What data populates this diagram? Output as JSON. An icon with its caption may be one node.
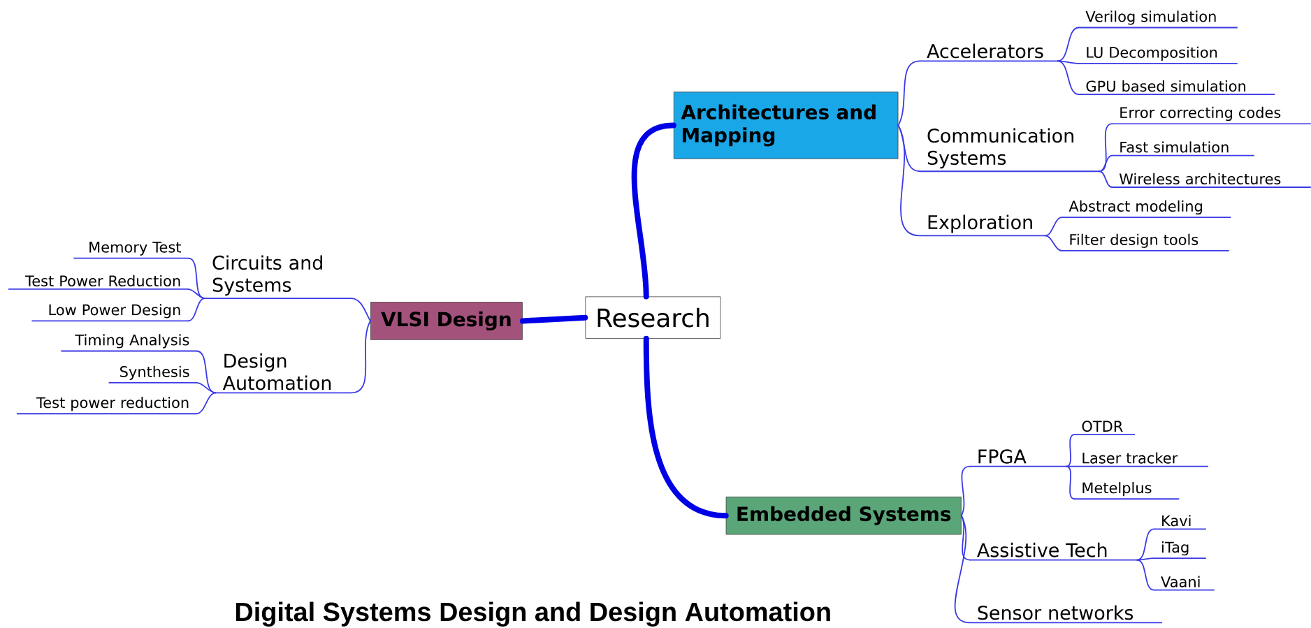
{
  "diagram": {
    "title": "Digital Systems Design and Design Automation",
    "nodes": [
      {
        "text": [
          "Research"
        ]
      },
      {
        "text": [
          "Architectures and Mapping"
        ]
      },
      {
        "text": [
          "Accelerators"
        ]
      },
      {
        "text": [
          "Verilog simulation"
        ]
      },
      {
        "text": [
          "LU Decomposition"
        ]
      },
      {
        "text": [
          "GPU based simulation"
        ]
      },
      {
        "text": [
          "Communication Systems"
        ]
      },
      {
        "text": [
          "Error correcting codes"
        ]
      },
      {
        "text": [
          "Fast simulation"
        ]
      },
      {
        "text": [
          "Wireless architectures"
        ]
      },
      {
        "text": [
          "Exploration"
        ]
      },
      {
        "text": [
          "Abstract modeling"
        ]
      },
      {
        "text": [
          "Filter design tools"
        ]
      },
      {
        "text": [
          "VLSI Design"
        ]
      },
      {
        "text": [
          "Circuits and Systems"
        ]
      },
      {
        "text": [
          "Memory Test"
        ]
      },
      {
        "text": [
          "Test Power Reduction"
        ]
      },
      {
        "text": [
          "Low Power Design"
        ]
      },
      {
        "text": [
          "Design Automation"
        ]
      },
      {
        "text": [
          "Timing Analysis"
        ]
      },
      {
        "text": [
          "Synthesis"
        ]
      },
      {
        "text": [
          "Test power reduction"
        ]
      },
      {
        "text": [
          "Embedded Systems"
        ]
      },
      {
        "text": [
          "FPGA"
        ]
      },
      {
        "text": [
          "OTDR"
        ]
      },
      {
        "text": [
          "Laser tracker"
        ]
      },
      {
        "text": [
          "Metelplus"
        ]
      },
      {
        "text": [
          "Assistive Tech"
        ]
      },
      {
        "text": [
          "Kavi"
        ]
      },
      {
        "text": [
          "iTag"
        ]
      },
      {
        "text": [
          "Vaani"
        ]
      },
      {
        "text": [
          "Sensor networks"
        ]
      }
    ],
    "edges": [
      {
        "from": 0,
        "to": 1,
        "arrow": "none",
        "style": "thick",
        "color": "#0000e6"
      },
      {
        "from": 1,
        "to": 2,
        "arrow": "none"
      },
      {
        "from": 2,
        "to": 3,
        "arrow": "none"
      },
      {
        "from": 2,
        "to": 4,
        "arrow": "none"
      },
      {
        "from": 2,
        "to": 5,
        "arrow": "none"
      },
      {
        "from": 1,
        "to": 6,
        "arrow": "none"
      },
      {
        "from": 6,
        "to": 7,
        "arrow": "none"
      },
      {
        "from": 6,
        "to": 8,
        "arrow": "none"
      },
      {
        "from": 6,
        "to": 9,
        "arrow": "none"
      },
      {
        "from": 1,
        "to": 10,
        "arrow": "none"
      },
      {
        "from": 10,
        "to": 11,
        "arrow": "none"
      },
      {
        "from": 10,
        "to": 12,
        "arrow": "none"
      },
      {
        "from": 0,
        "to": 13,
        "arrow": "none",
        "style": "thick",
        "color": "#0000e6"
      },
      {
        "from": 13,
        "to": 14,
        "arrow": "none"
      },
      {
        "from": 14,
        "to": 15,
        "arrow": "none"
      },
      {
        "from": 14,
        "to": 16,
        "arrow": "none"
      },
      {
        "from": 14,
        "to": 17,
        "arrow": "none"
      },
      {
        "from": 13,
        "to": 18,
        "arrow": "none"
      },
      {
        "from": 18,
        "to": 19,
        "arrow": "none"
      },
      {
        "from": 18,
        "to": 20,
        "arrow": "none"
      },
      {
        "from": 18,
        "to": 21,
        "arrow": "none"
      },
      {
        "from": 0,
        "to": 22,
        "arrow": "none",
        "style": "thick",
        "color": "#0000e6"
      },
      {
        "from": 22,
        "to": 23,
        "arrow": "none"
      },
      {
        "from": 23,
        "to": 24,
        "arrow": "none"
      },
      {
        "from": 23,
        "to": 25,
        "arrow": "none"
      },
      {
        "from": 23,
        "to": 26,
        "arrow": "none"
      },
      {
        "from": 22,
        "to": 27,
        "arrow": "none"
      },
      {
        "from": 27,
        "to": 28,
        "arrow": "none"
      },
      {
        "from": 27,
        "to": 29,
        "arrow": "none"
      },
      {
        "from": 27,
        "to": 30,
        "arrow": "none"
      },
      {
        "from": 22,
        "to": 31,
        "arrow": "none"
      }
    ]
  }
}
